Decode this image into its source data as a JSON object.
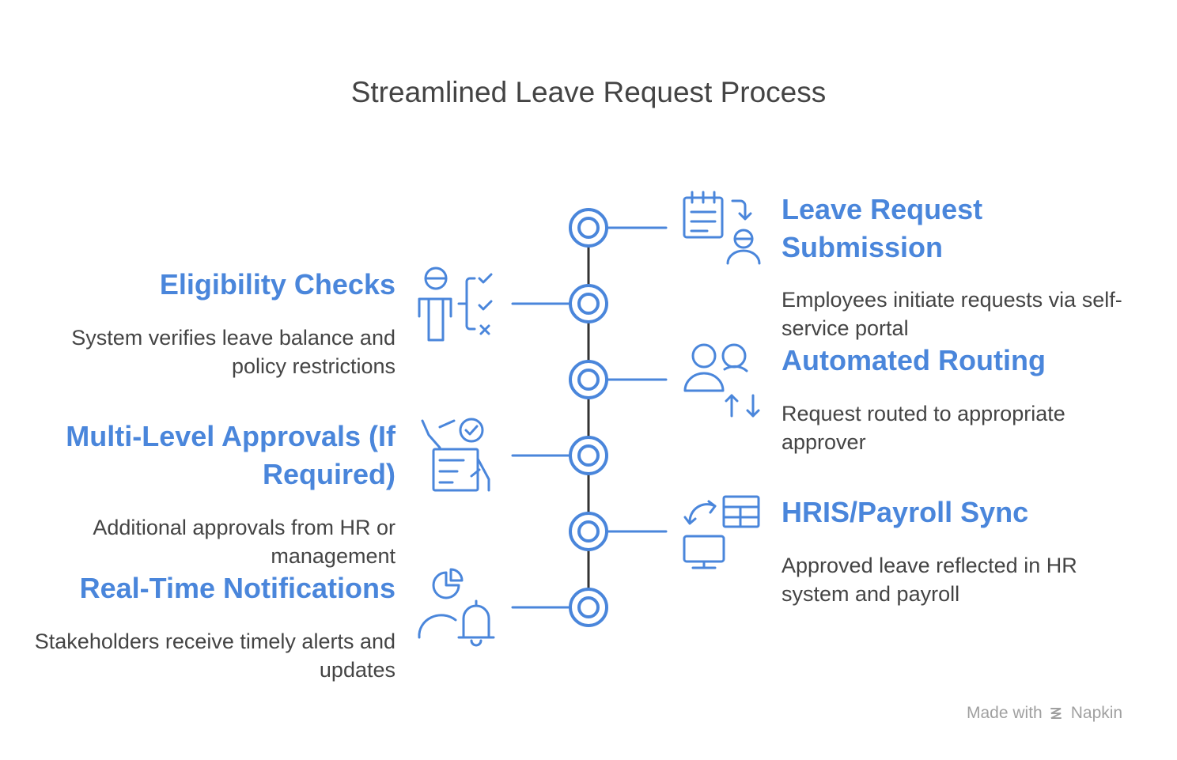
{
  "title": "Streamlined Leave Request Process",
  "colors": {
    "accent": "#4a86db",
    "text": "#444444",
    "muted": "#a0a0a0"
  },
  "steps": [
    {
      "side": "right",
      "heading": "Leave Request Submission",
      "description": "Employees initiate requests via self-service portal",
      "icon": "clipboard-user-icon"
    },
    {
      "side": "left",
      "heading": "Eligibility Checks",
      "description": "System verifies leave balance and policy restrictions",
      "icon": "person-checklist-icon"
    },
    {
      "side": "right",
      "heading": "Automated Routing",
      "description": "Request routed to appropriate approver",
      "icon": "users-transfer-icon"
    },
    {
      "side": "left",
      "heading": "Multi-Level Approvals (If Required)",
      "description": "Additional approvals from HR or management",
      "icon": "document-sign-icon"
    },
    {
      "side": "right",
      "heading": "HRIS/Payroll Sync",
      "description": "Approved leave reflected in HR system and payroll",
      "icon": "table-monitor-sync-icon"
    },
    {
      "side": "left",
      "heading": "Real-Time Notifications",
      "description": "Stakeholders receive timely alerts and updates",
      "icon": "person-bell-icon"
    }
  ],
  "footer": {
    "prefix": "Made with",
    "brand": "Napkin"
  }
}
